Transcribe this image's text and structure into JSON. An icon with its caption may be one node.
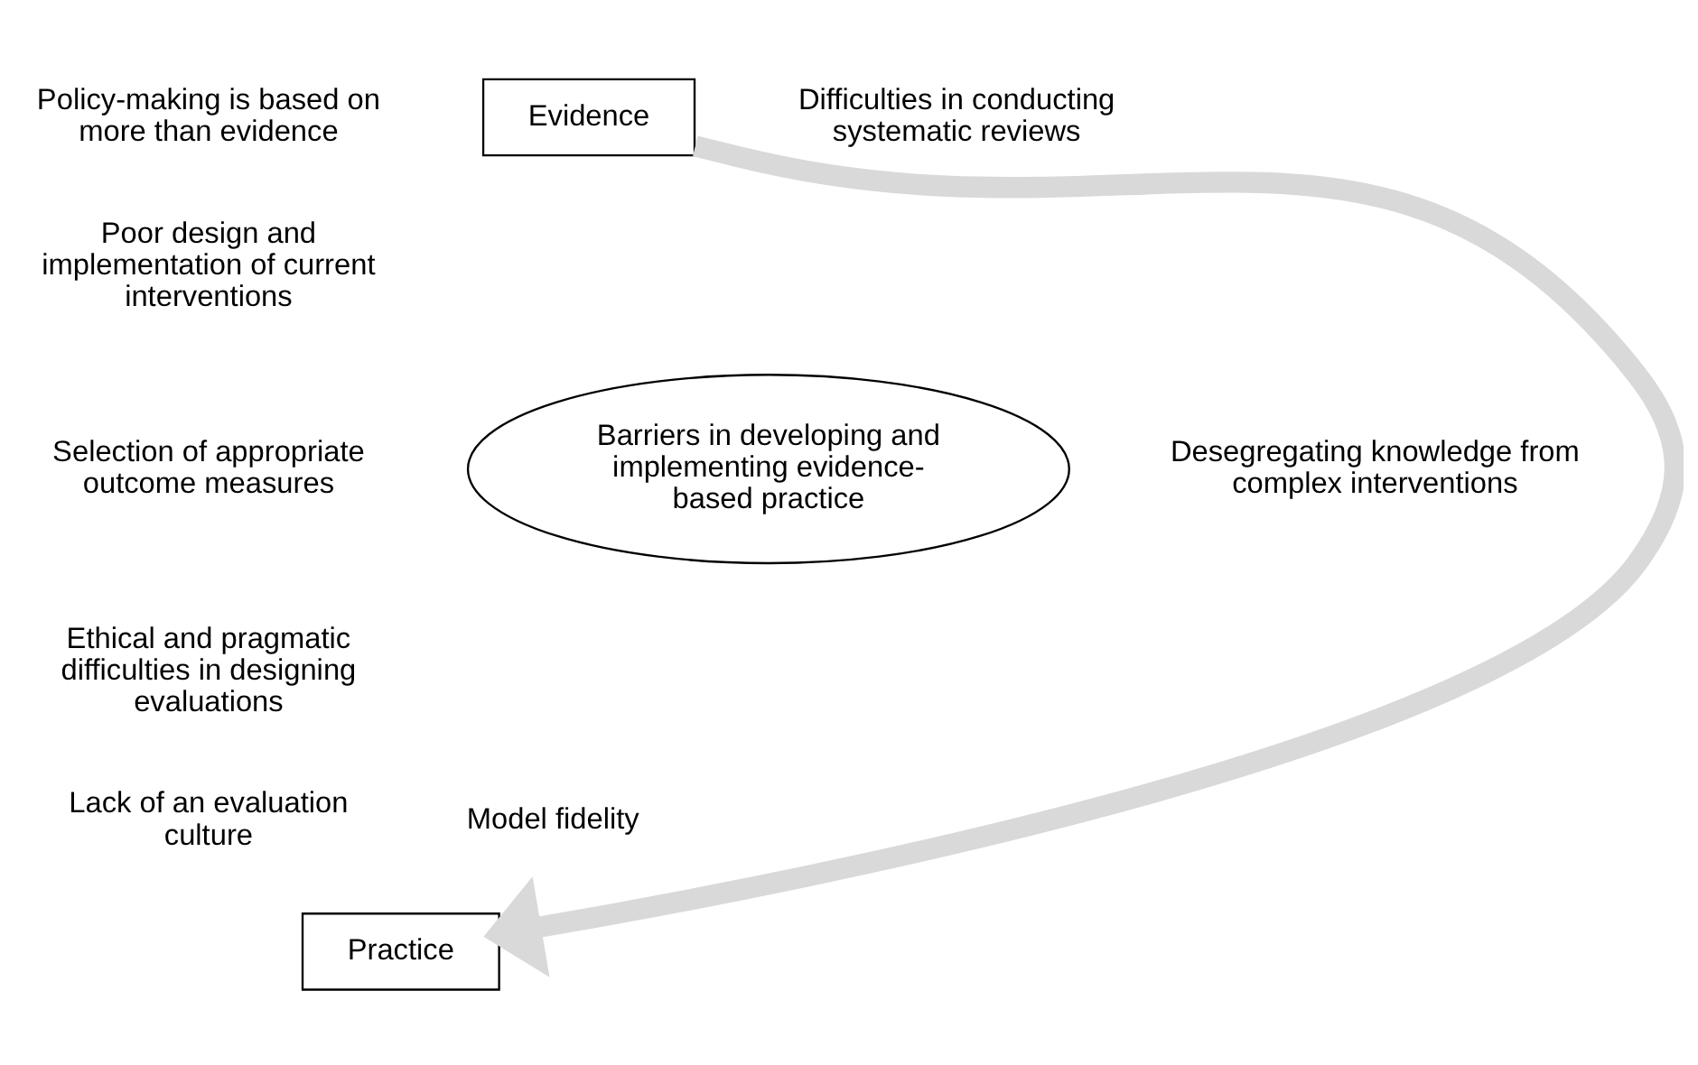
{
  "diagram": {
    "nodes": [
      {
        "text": [
          "Evidence"
        ]
      },
      {
        "text": [
          "Barriers in developing and implementing evidence-based practice"
        ]
      },
      {
        "text": [
          "Practice"
        ]
      }
    ],
    "edges": [
      {
        "from": 0,
        "to": 2,
        "arrow": "to",
        "color": "#d9d9d9"
      }
    ],
    "labels": [
      "Policy-making is based on more than evidence",
      "Difficulties in conducting systematic reviews",
      "Poor design and implementation of current interventions",
      "Selection of appropriate outcome measures",
      "Desegregating knowledge from complex interventions",
      "Ethical and pragmatic difficulties in designing evaluations",
      "Lack of an evaluation culture",
      "Model fidelity"
    ]
  }
}
